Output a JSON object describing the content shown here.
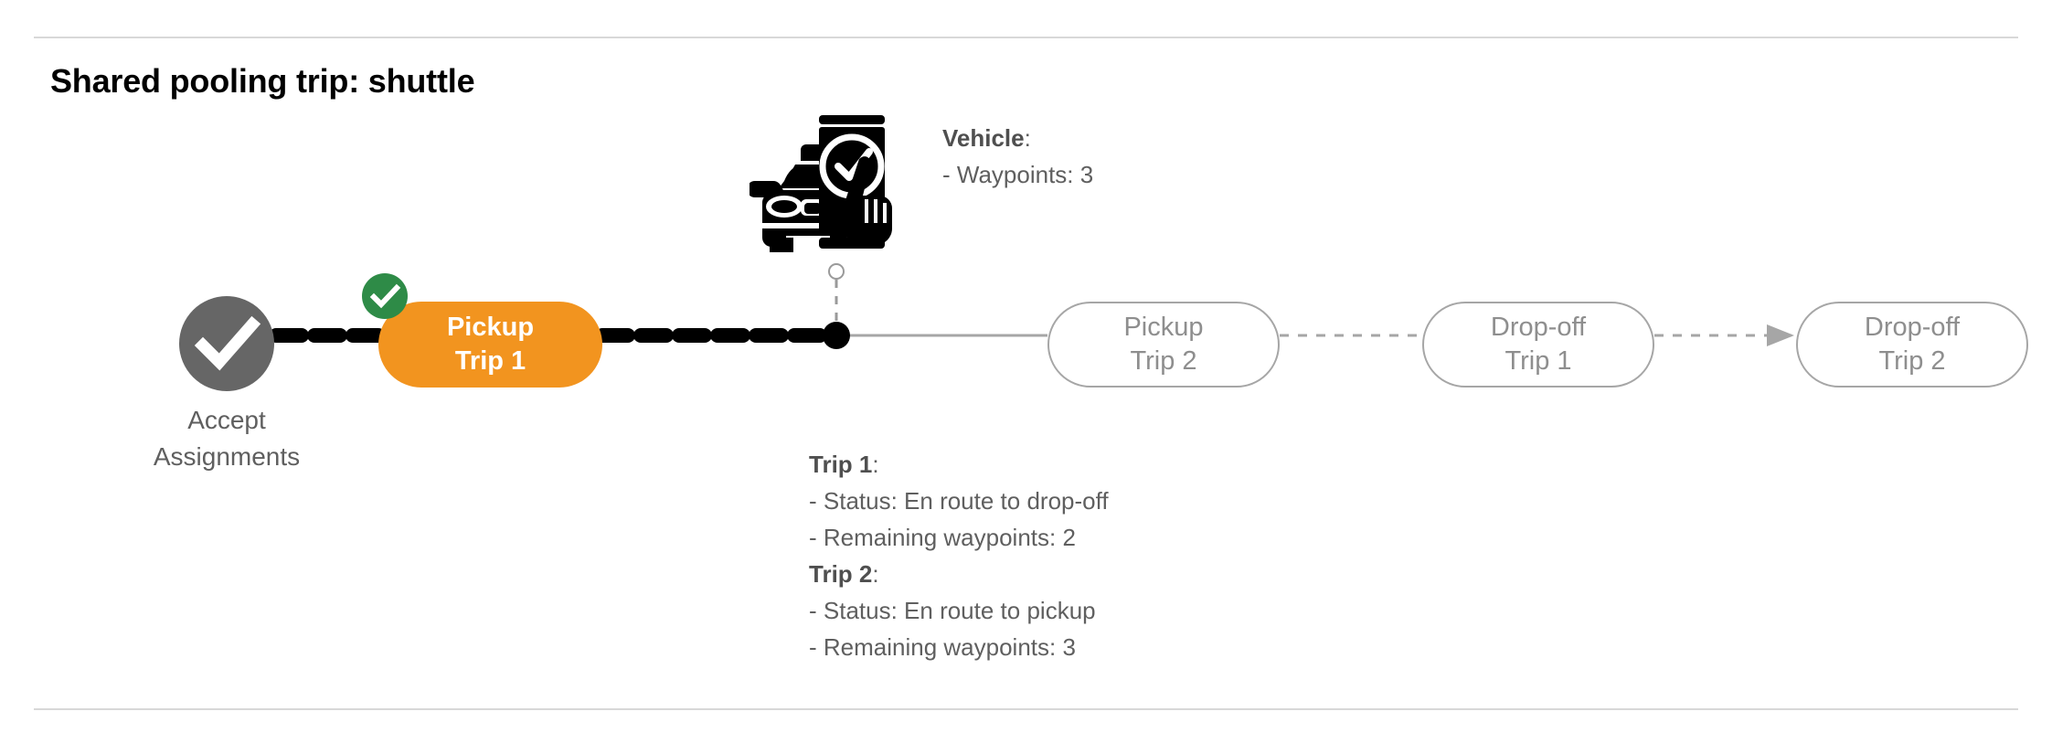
{
  "page": {
    "title": "Shared pooling trip: shuttle"
  },
  "flow": {
    "start_node": {
      "name": "accept-assignments",
      "icon": "check-circle-icon",
      "label_line_1": "Accept",
      "label_line_2": "Assignments",
      "color": "#666666"
    },
    "nodes": [
      {
        "id": "pickup-trip-1",
        "line1": "Pickup",
        "line2": "Trip 1",
        "state": "active",
        "completed_badge": true,
        "fill": "#F2941F",
        "text_color": "#FFFFFF"
      },
      {
        "id": "pickup-trip-2",
        "line1": "Pickup",
        "line2": "Trip 2",
        "state": "pending",
        "completed_badge": false,
        "fill": "#FFFFFF",
        "text_color": "#8E8E8E"
      },
      {
        "id": "dropoff-trip-1",
        "line1": "Drop-off",
        "line2": "Trip 1",
        "state": "pending",
        "completed_badge": false,
        "fill": "#FFFFFF",
        "text_color": "#8E8E8E"
      },
      {
        "id": "dropoff-trip-2",
        "line1": "Drop-off",
        "line2": "Trip 2",
        "state": "pending",
        "completed_badge": false,
        "fill": "#FFFFFF",
        "text_color": "#8E8E8E"
      }
    ],
    "vehicle_marker": {
      "icon": "car-phone-check-icon",
      "ring_icon": "waypoint-ring-icon",
      "dot_icon": "vehicle-position-dot-icon"
    },
    "badge_color": "#2E8B47",
    "completed_path_color": "#000000",
    "pending_path_color": "#A6A6A6"
  },
  "vehicle_info": {
    "heading": "Vehicle",
    "heading_suffix": ":",
    "waypoints_line": "- Waypoints: 3"
  },
  "trips_info": {
    "trip1_heading": "Trip 1",
    "trip1_heading_suffix": ":",
    "trip1_status": "- Status:  En route to drop-off",
    "trip1_waypoints": "- Remaining waypoints: 2",
    "trip2_heading": "Trip 2",
    "trip2_heading_suffix": ":",
    "trip2_status": "- Status:  En route to pickup",
    "trip2_waypoints": "- Remaining waypoints: 3"
  }
}
